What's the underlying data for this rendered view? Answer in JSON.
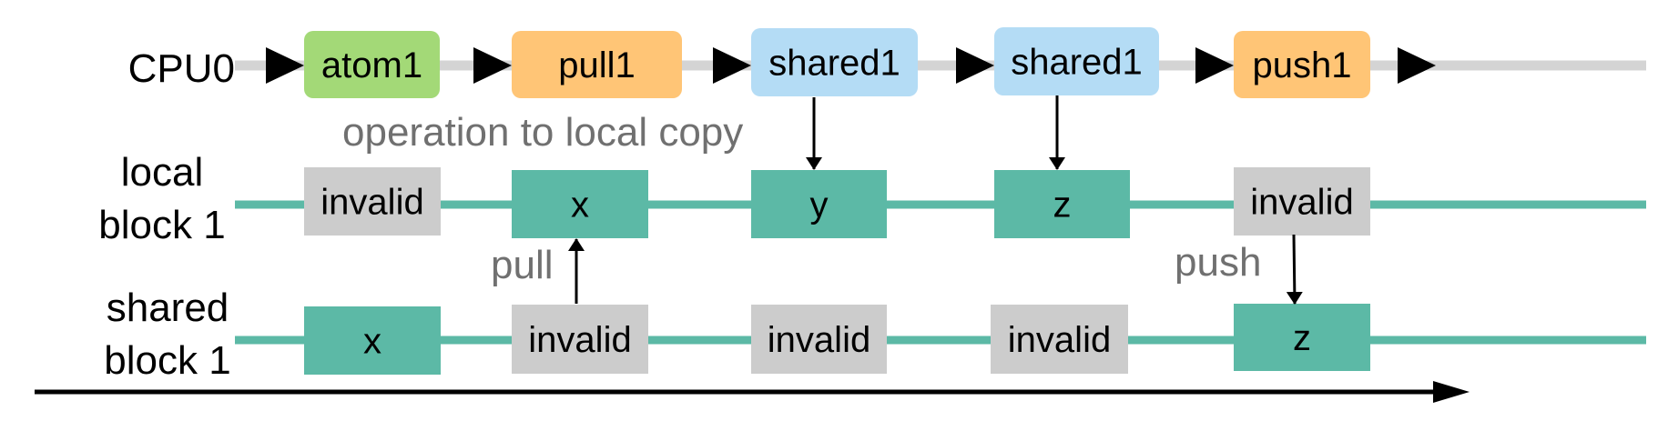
{
  "rows": {
    "cpu": "CPU0",
    "local_line1": "local",
    "local_line2": "block 1",
    "shared_line1": "shared",
    "shared_line2": "block 1"
  },
  "ops": [
    {
      "label": "atom1",
      "kind": "atom"
    },
    {
      "label": "pull1",
      "kind": "pull"
    },
    {
      "label": "shared1",
      "kind": "shared"
    },
    {
      "label": "shared1",
      "kind": "shared"
    },
    {
      "label": "push1",
      "kind": "push"
    }
  ],
  "local_blocks": [
    {
      "label": "invalid",
      "state": "invalid"
    },
    {
      "label": "x",
      "state": "valid"
    },
    {
      "label": "y",
      "state": "valid"
    },
    {
      "label": "z",
      "state": "valid"
    },
    {
      "label": "invalid",
      "state": "invalid"
    }
  ],
  "shared_blocks": [
    {
      "label": "x",
      "state": "valid"
    },
    {
      "label": "invalid",
      "state": "invalid"
    },
    {
      "label": "invalid",
      "state": "invalid"
    },
    {
      "label": "invalid",
      "state": "invalid"
    },
    {
      "label": "z",
      "state": "valid"
    }
  ],
  "annotations": {
    "operation_note": "operation to local copy",
    "pull_note": "pull",
    "push_note": "push"
  },
  "colors": {
    "atom": "#a3d977",
    "pull": "#ffc576",
    "push": "#ffc576",
    "shared": "#b4dcf5",
    "valid": "#5cb9a6",
    "invalid": "#cccccc",
    "timeline": "#d4d4d4",
    "block_line": "#5cb9a6",
    "annotation_text": "#707070"
  }
}
